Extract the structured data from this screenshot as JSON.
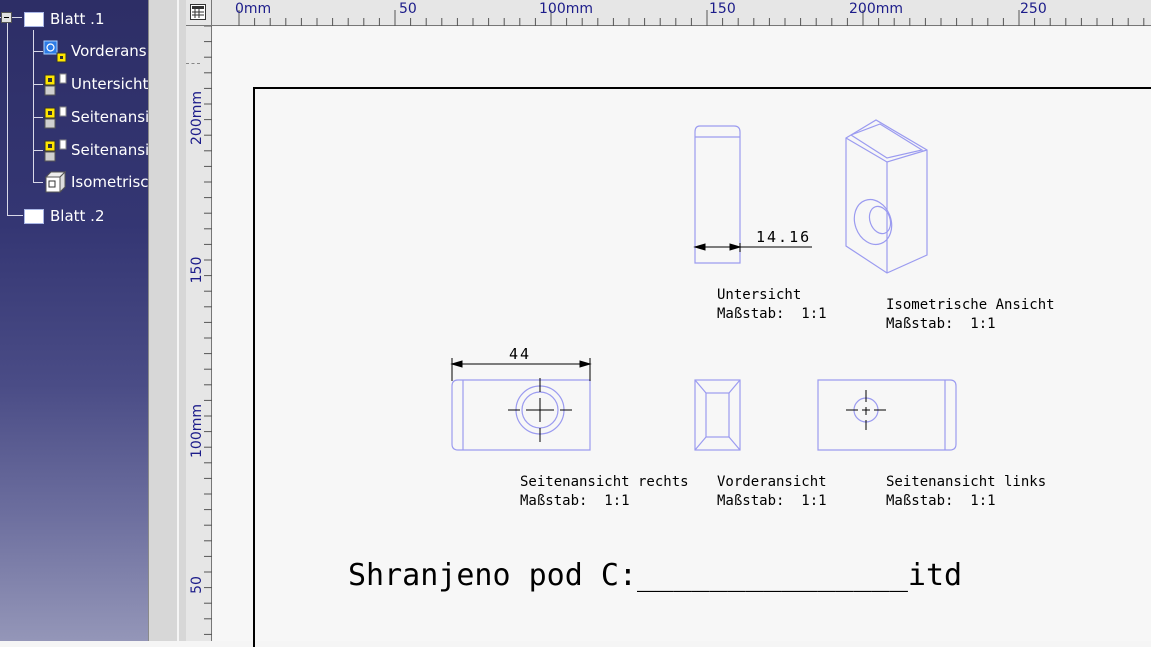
{
  "tree": {
    "sheet1": "Blatt .1",
    "views": [
      {
        "label": "Vorderans"
      },
      {
        "label": "Untersicht"
      },
      {
        "label": "Seitenansi"
      },
      {
        "label": "Seitenansi"
      },
      {
        "label": "Isometrisc"
      }
    ],
    "sheet2": "Blatt .2"
  },
  "ruler_top": [
    "0mm",
    "50",
    "100mm",
    "150",
    "200mm",
    "250"
  ],
  "ruler_left": [
    "200mm",
    "150",
    "100mm",
    "50"
  ],
  "views": {
    "untersicht": {
      "title": "Untersicht",
      "scale": "Maßstab:  1:1",
      "dimension": "14.16"
    },
    "isometric": {
      "title": "Isometrische Ansicht",
      "scale": "Maßstab:  1:1"
    },
    "side_right": {
      "title": "Seitenansicht rechts",
      "scale": "Maßstab:  1:1",
      "dimension": "44"
    },
    "front": {
      "title": "Vorderansicht",
      "scale": "Maßstab:  1:1"
    },
    "side_left": {
      "title": "Seitenansicht links",
      "scale": "Maßstab:  1:1"
    }
  },
  "saved_text": "Shranjeno pod C:_______________itd",
  "colors": {
    "tree_bg": "#343673",
    "view_line": "#9b9bf0",
    "ruler_text": "#1c1c8a"
  }
}
